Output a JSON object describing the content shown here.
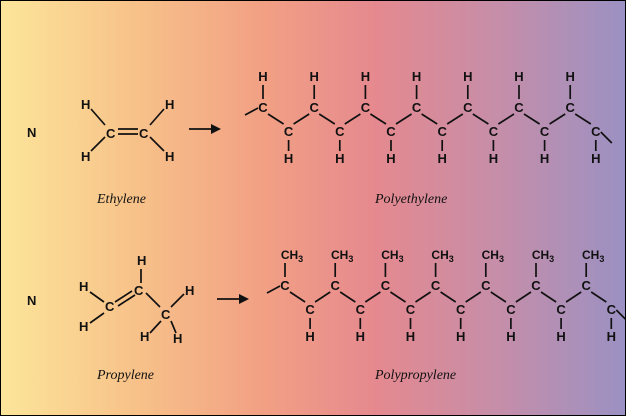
{
  "side_label": "N",
  "atoms": {
    "hydrogen": "H",
    "carbon": "C",
    "methyl": "CH",
    "methyl_sub": "3"
  },
  "captions": {
    "ethylene": "Ethylene",
    "polyethylene": "Polyethylene",
    "propylene": "Propylene",
    "polypropylene": "Polypropylene"
  },
  "polymer_units": 7,
  "colors": {
    "ink": "#111111",
    "gradient": [
      "#fce59a",
      "#f7c189",
      "#f2a084",
      "#e5898f",
      "#c58ea9",
      "#9b91c3"
    ]
  }
}
